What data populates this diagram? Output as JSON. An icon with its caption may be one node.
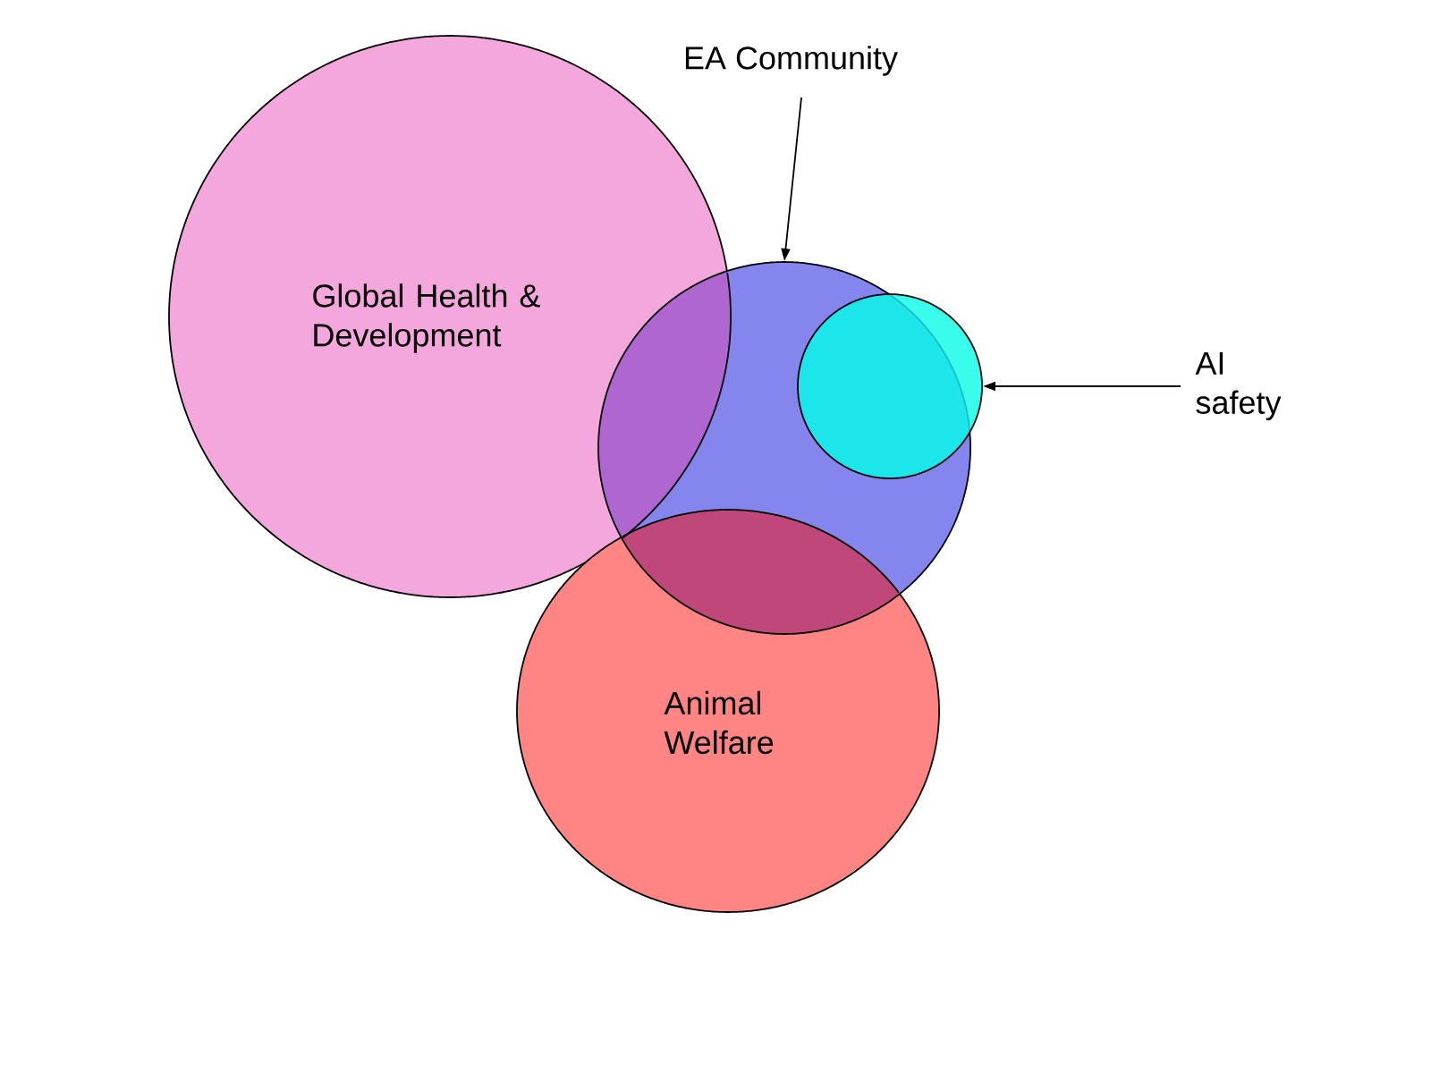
{
  "diagram": {
    "nodes": [
      {
        "text": [
          "EA Community"
        ]
      },
      {
        "text": [
          "Global Health & Development"
        ]
      },
      {
        "text": [],
        "shape": "circle"
      },
      {
        "text": [],
        "shape": "circle"
      },
      {
        "text": [
          "AI safety"
        ]
      },
      {
        "text": [
          "Animal Welfare"
        ]
      }
    ],
    "edges": [
      {
        "from": 0,
        "to": 2,
        "arrow": "to"
      },
      {
        "from": 4,
        "to": 3,
        "arrow": "to"
      }
    ]
  }
}
